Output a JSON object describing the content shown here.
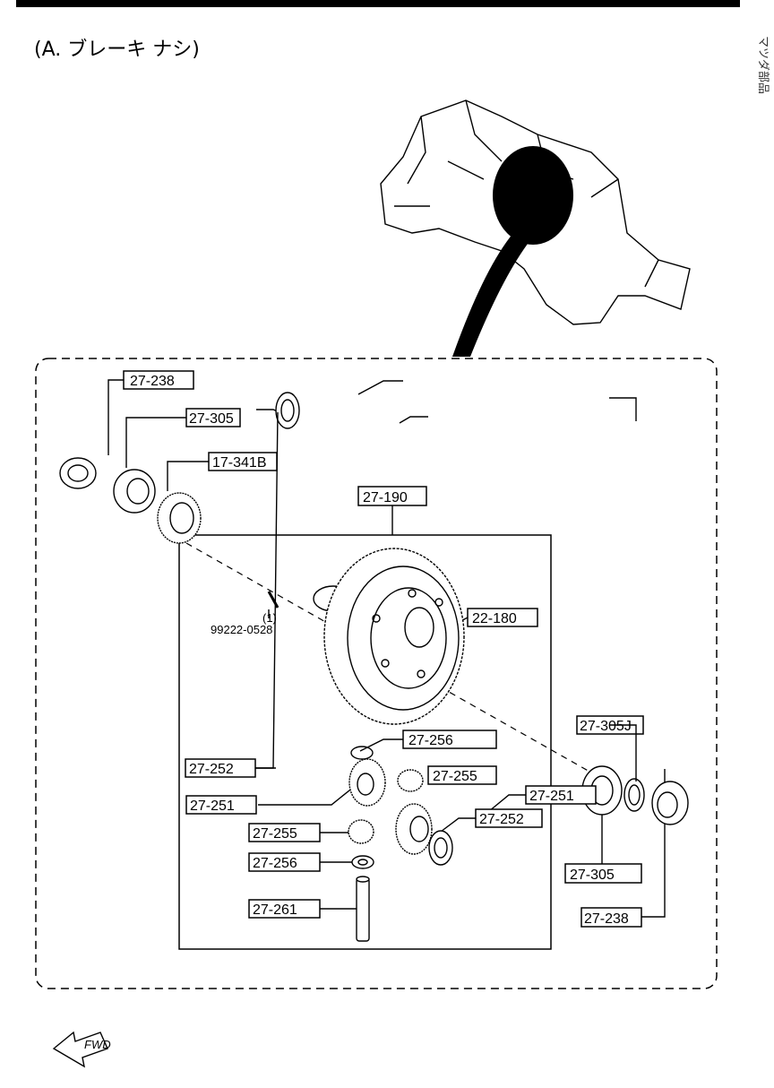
{
  "header": {
    "variant_label": "(A. ブレーキ ナシ)"
  },
  "fwd_label": "FWD",
  "callouts": {
    "c1": "27-238",
    "c2": "27-305",
    "c3": "17-341B",
    "c4": "27-190",
    "c5": "22-180",
    "c6": "27-256",
    "c7": "27-252",
    "c8": "27-255",
    "c9": "27-251",
    "c10": "27-251",
    "c11": "27-252",
    "c12": "27-255",
    "c13": "27-256",
    "c14": "27-261",
    "c15": "27-305J",
    "c16": "27-305",
    "c17": "27-238"
  },
  "pin": {
    "qty": "(1)",
    "part_no": "99222-0528"
  },
  "side_watermark": "マツダ部品"
}
